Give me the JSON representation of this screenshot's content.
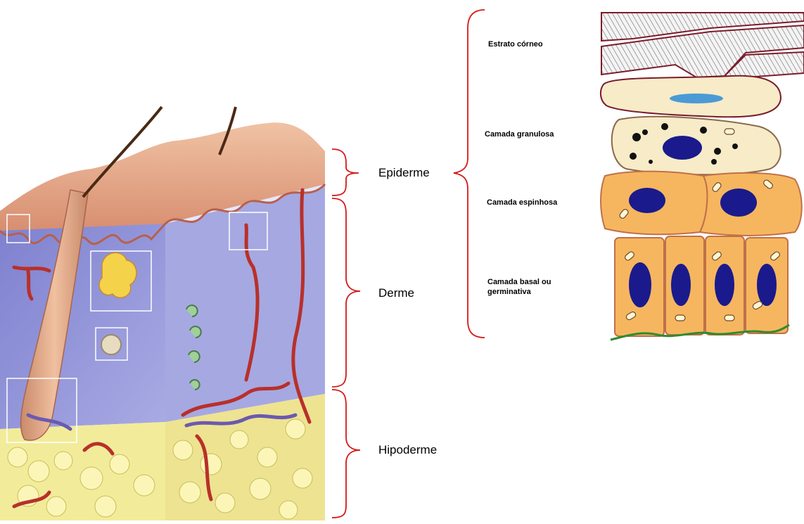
{
  "left_labels": {
    "epiderme": "Epiderme",
    "derme": "Derme",
    "hipoderme": "Hipoderme"
  },
  "right_labels": {
    "estrato_corneo": "Estrato córneo",
    "camada_granulosa": "Camada granulosa",
    "camada_espinhosa": "Camada espinhosa",
    "camada_basal": "Camada basal ou germinativa"
  },
  "colors": {
    "bracket": "#d41a1a",
    "hypodermis_fat": "#f2ec9a",
    "dermis": "#8f92d6",
    "epidermis": "#e8a98a",
    "cell_orange": "#f6b65f",
    "cell_cream": "#f7ebc8",
    "nucleus": "#1a1a8c",
    "basement_line": "#2e8b2e",
    "corneum_border": "#7b1c2c"
  }
}
